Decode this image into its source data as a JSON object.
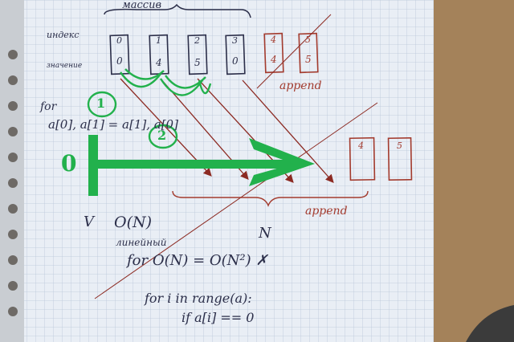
{
  "photo": {
    "colors": {
      "paper": "#e9eef5",
      "grid": "#b9c6d8",
      "ink": "#2c2f4a",
      "red": "#a33b2e",
      "green": "#22b14c",
      "table": "#8a6c48"
    },
    "header_label": "массив",
    "row_labels": {
      "index": "индекс",
      "value": "значение"
    },
    "cells": [
      {
        "index": "0",
        "value": "0"
      },
      {
        "index": "1",
        "value": "4"
      },
      {
        "index": "2",
        "value": "5"
      },
      {
        "index": "3",
        "value": "0"
      },
      {
        "index": "4",
        "value": "4"
      },
      {
        "index": "5",
        "value": "5"
      }
    ],
    "append_top": "append",
    "append_bottom": "append",
    "for_label": "for",
    "swap_line": "a[0], a[1] = a[1], a[0]",
    "step_one": "1",
    "step_two": "2",
    "zero_mark": "0",
    "shifted_cells": [
      "4",
      "5"
    ],
    "v_mark": "V",
    "o_n": "O(N)",
    "n_label": "N",
    "linear_label": "линейный",
    "complexity_line": "for O(N) = O(N²) ✗",
    "loop_line": "for i in range(a):",
    "if_line": "if a[i] == 0"
  }
}
